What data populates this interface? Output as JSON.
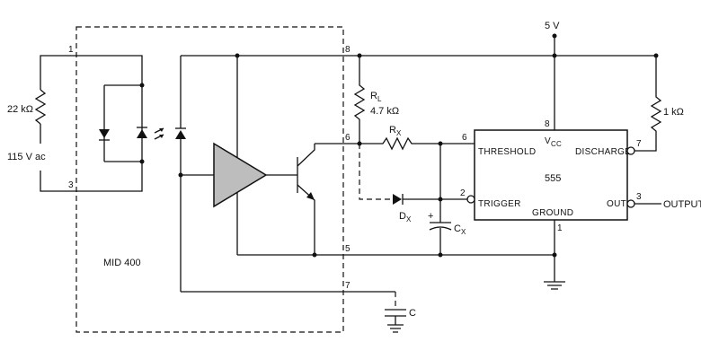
{
  "supply": {
    "label": "5 V"
  },
  "input": {
    "resistor_label": "22 kΩ",
    "source_label": "115 V ac"
  },
  "optocoupler": {
    "name": "MID 400",
    "pins": {
      "p1": "1",
      "p3": "3",
      "p8": "8",
      "p6": "6",
      "p5": "5",
      "p7": "7"
    }
  },
  "components": {
    "rl_name": "R",
    "rl_sub": "L",
    "rl_value": "4.7 kΩ",
    "rx_name": "R",
    "rx_sub": "X",
    "dx_name": "D",
    "dx_sub": "X",
    "cx_name": "C",
    "cx_sub": "X",
    "cx_polarity": "+",
    "c_label": "C",
    "r1k_label": "1 kΩ"
  },
  "timer": {
    "name": "555",
    "pins": {
      "threshold": "THRESHOLD",
      "trigger": "TRIGGER",
      "vcc_name": "V",
      "vcc_sub": "CC",
      "discharge": "DISCHARGE",
      "out": "OUT",
      "ground": "GROUND"
    },
    "pin_numbers": {
      "p8": "8",
      "p6": "6",
      "p2": "2",
      "p7": "7",
      "p3": "3",
      "p1": "1"
    }
  },
  "output": {
    "label": "OUTPUT"
  }
}
